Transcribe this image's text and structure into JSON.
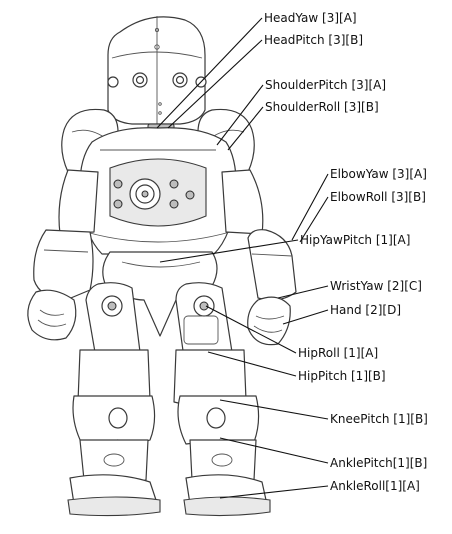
{
  "joints": [
    {
      "id": "head-yaw",
      "label": "HeadYaw [3][A]"
    },
    {
      "id": "head-pitch",
      "label": "HeadPitch [3][B]"
    },
    {
      "id": "shoulder-pitch",
      "label": "ShoulderPitch [3][A]"
    },
    {
      "id": "shoulder-roll",
      "label": "ShoulderRoll [3][B]"
    },
    {
      "id": "elbow-yaw",
      "label": "ElbowYaw [3][A]"
    },
    {
      "id": "elbow-roll",
      "label": "ElbowRoll [3][B]"
    },
    {
      "id": "hip-yaw-pitch",
      "label": "HipYawPitch [1][A]"
    },
    {
      "id": "wrist-yaw",
      "label": "WristYaw [2][C]"
    },
    {
      "id": "hand",
      "label": "Hand [2][D]"
    },
    {
      "id": "hip-roll",
      "label": "HipRoll [1][A]"
    },
    {
      "id": "hip-pitch",
      "label": "HipPitch [1][B]"
    },
    {
      "id": "knee-pitch",
      "label": "KneePitch [1][B]"
    },
    {
      "id": "ankle-pitch",
      "label": "AnklePitch[1][B]"
    },
    {
      "id": "ankle-roll",
      "label": "AnkleRoll[1][A]"
    }
  ]
}
